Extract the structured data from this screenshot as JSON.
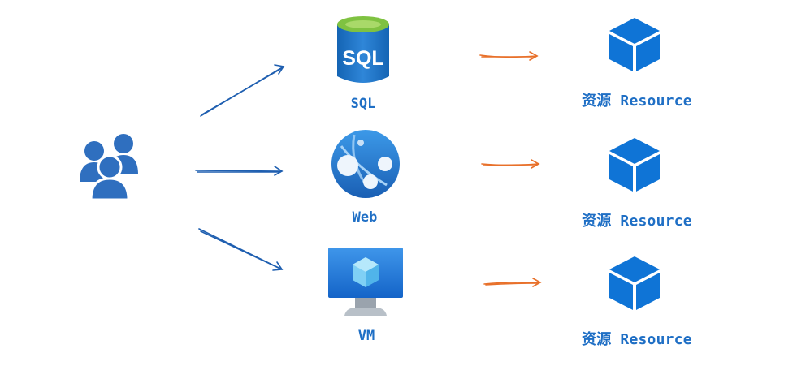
{
  "diagram": {
    "users": {
      "icon": "users-group-icon",
      "color": "#2f6fbf"
    },
    "services": [
      {
        "label": "SQL",
        "icon": "sql-database-icon"
      },
      {
        "label": "Web",
        "icon": "web-app-icon"
      },
      {
        "label": "VM",
        "icon": "virtual-machine-icon"
      }
    ],
    "resources": [
      {
        "label": "资源 Resource",
        "icon": "resource-cube-icon"
      },
      {
        "label": "资源 Resource",
        "icon": "resource-cube-icon"
      },
      {
        "label": "资源 Resource",
        "icon": "resource-cube-icon"
      }
    ],
    "colors": {
      "primary": "#1f6fc5",
      "user_arrow": "#1f5fb0",
      "resource_arrow": "#e8702a",
      "cube": "#0f74d6"
    }
  }
}
